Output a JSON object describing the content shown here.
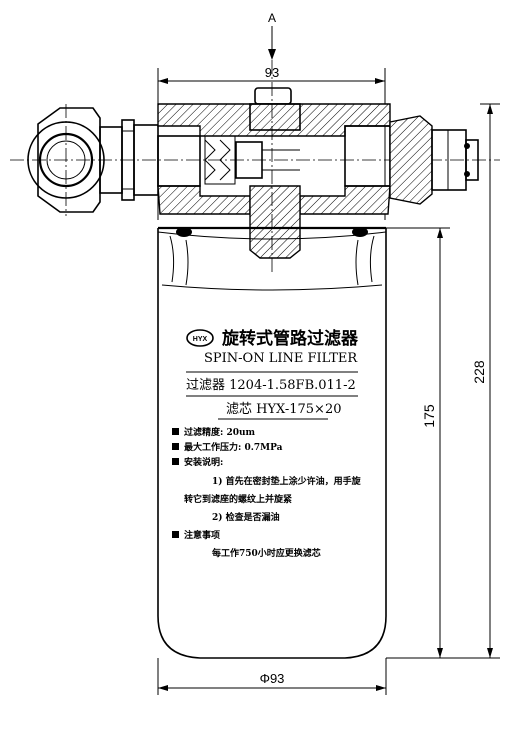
{
  "section_marker": "A",
  "dimensions": {
    "head_width": "93",
    "overall_height": "228",
    "element_height": "175",
    "element_diameter": "Φ93"
  },
  "label": {
    "logo_text": "HYX",
    "title_cn": "旋转式管路过滤器",
    "title_en": "SPIN-ON LINE FILTER",
    "model_line": "过滤器 1204-1.58FB.011-2",
    "element_line": "滤芯 HYX-175×20",
    "spec_precision": "过滤精度: 20um",
    "spec_pressure": "最大工作压力: 0.7MPa",
    "install_heading": "安装说明:",
    "install_step1a": "1) 首先在密封垫上涂少许油，用手旋",
    "install_step1b": "转它到滤座的螺纹上并旋紧",
    "install_step2": "2) 检查是否漏油",
    "notes_heading": "注意事项",
    "notes_text": "每工作750小时应更换滤芯"
  },
  "colors": {
    "line": "#000000",
    "background": "#ffffff"
  }
}
